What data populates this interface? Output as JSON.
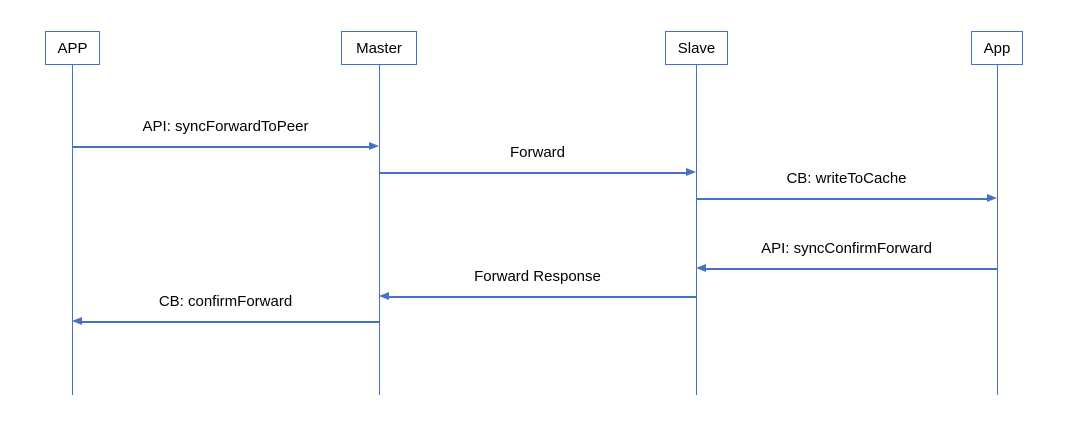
{
  "diagram": {
    "type": "sequence-diagram",
    "background_color": "#ffffff",
    "line_color": "#4472C4",
    "text_color": "#000000"
  },
  "actors": [
    {
      "label": "APP"
    },
    {
      "label": "Master"
    },
    {
      "label": "Slave"
    },
    {
      "label": "App"
    }
  ],
  "messages": [
    {
      "label": "API: syncForwardToPeer",
      "from": "APP",
      "to": "Master",
      "direction": "right"
    },
    {
      "label": "Forward",
      "from": "Master",
      "to": "Slave",
      "direction": "right"
    },
    {
      "label": "CB: writeToCache",
      "from": "Slave",
      "to": "App",
      "direction": "right"
    },
    {
      "label": "API: syncConfirmForward",
      "from": "App",
      "to": "Slave",
      "direction": "left"
    },
    {
      "label": "Forward Response",
      "from": "Slave",
      "to": "Master",
      "direction": "left"
    },
    {
      "label": "CB: confirmForward",
      "from": "Master",
      "to": "APP",
      "direction": "left"
    }
  ]
}
